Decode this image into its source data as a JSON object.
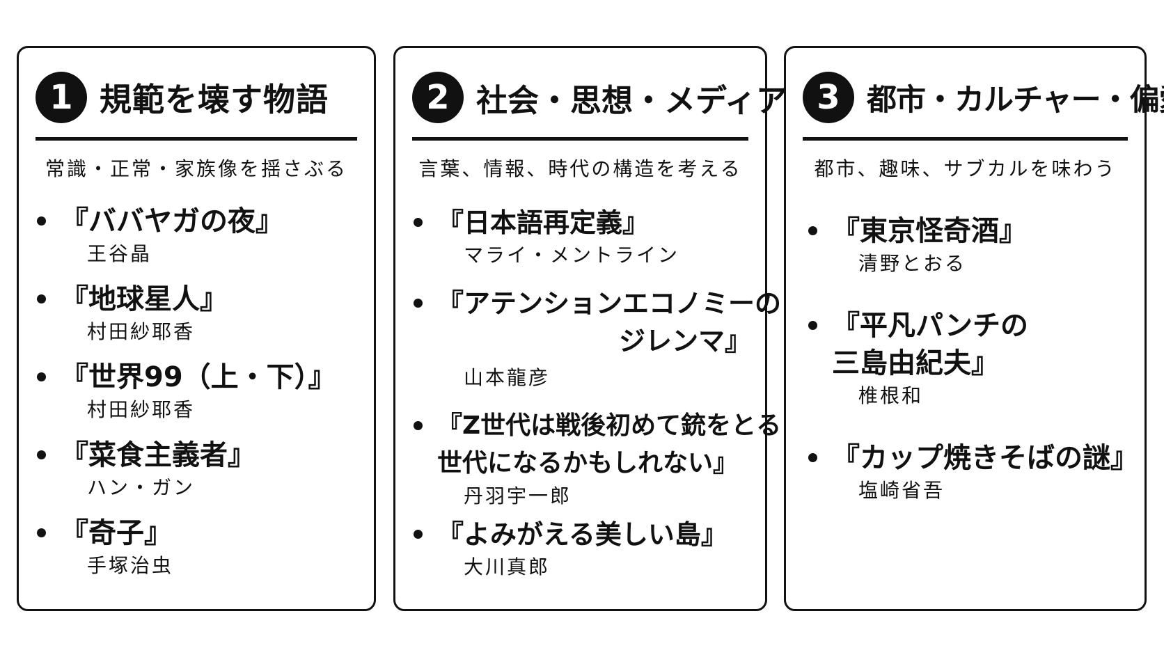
{
  "columns": [
    {
      "number": "1",
      "title": "規範を壊す物語",
      "subtitle": "常識・正常・家族像を揺さぶる",
      "books": [
        {
          "title": "『ババヤガの夜』",
          "author": "王谷晶"
        },
        {
          "title": "『地球星人』",
          "author": "村田紗耶香"
        },
        {
          "title": "『世界99（上・下）』",
          "author": "村田紗耶香"
        },
        {
          "title": "『菜食主義者』",
          "author": "ハン・ガン"
        },
        {
          "title": "『奇子』",
          "author": "手塚治虫"
        }
      ]
    },
    {
      "number": "2",
      "title": "社会・思想・メディア",
      "subtitle": "言葉、情報、時代の構造を考える",
      "books": [
        {
          "title": "『日本語再定義』",
          "author": "マライ・メントライン"
        },
        {
          "title_line1": "『アテンションエコノミーの",
          "title_line2": "ジレンマ』",
          "author": "山本龍彦"
        },
        {
          "title_line1": "『Z世代は戦後初めて銃をとる",
          "title_line2": "世代になるかもしれない』",
          "author": "丹羽宇一郎"
        },
        {
          "title": "『よみがえる美しい島』",
          "author": "大川真郎"
        }
      ]
    },
    {
      "number": "3",
      "title": "都市・カルチャー・偏愛",
      "subtitle": "都市、趣味、サブカルを味わう",
      "books": [
        {
          "title": "『東京怪奇酒』",
          "author": "清野とおる"
        },
        {
          "title_line1": "『平凡パンチの",
          "title_line2": "三島由紀夫』",
          "author": "椎根和"
        },
        {
          "title": "『カップ焼きそばの謎』",
          "author": "塩崎省吾"
        }
      ]
    }
  ]
}
